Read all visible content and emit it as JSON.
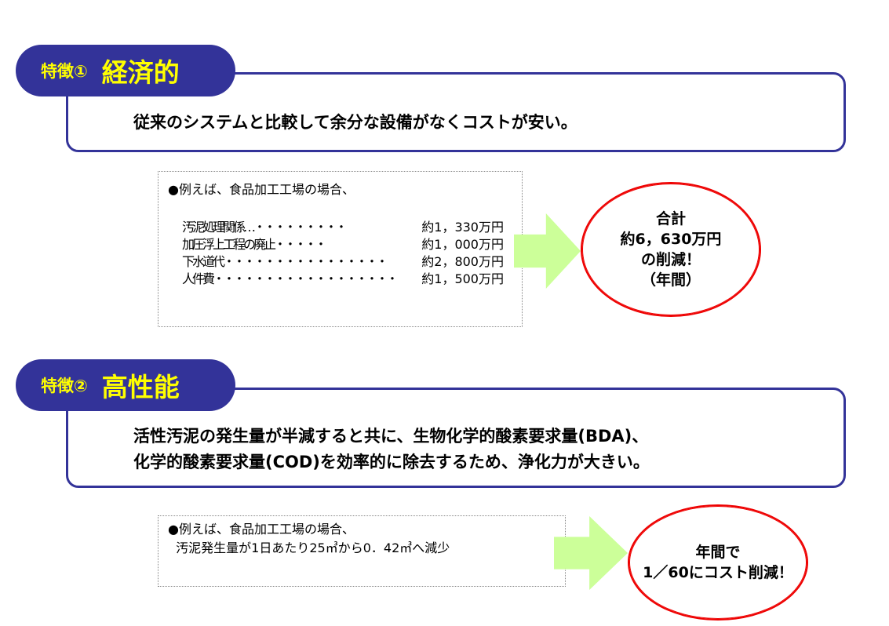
{
  "feature1": {
    "badge": "特徴①",
    "title": "経済的",
    "description": "従来のシステムと比較して余分な設備がなくコストが安い。",
    "example_intro": "●例えば、食品加工工場の場合、",
    "items": [
      {
        "label": "汚泥処理関係…・・・・・・・・・",
        "value": "約1，330万円"
      },
      {
        "label": "加圧浮上工程の廃止・・・・・",
        "value": "約1，000万円"
      },
      {
        "label": "下水道代・・・・・・・・・・・・・・・・",
        "value": "約2，800万円"
      },
      {
        "label": "人件費・・・・・・・・・・・・・・・・・・",
        "value": "約1，500万円"
      }
    ],
    "result_lines": [
      "合計",
      "約6，630万円",
      "の削減！",
      "（年間）"
    ]
  },
  "feature2": {
    "badge": "特徴②",
    "title": "高性能",
    "description_lines": [
      "活性汚泥の発生量が半減すると共に、生物化学的酸素要求量(BDA)、",
      "化学的酸素要求量(COD)を効率的に除去するため、浄化力が大きい。"
    ],
    "example_lines": [
      "●例えば、食品加工工場の場合、",
      "  汚泥発生量が1日あたり25㎥から0．42㎥へ減少"
    ],
    "result_lines": [
      "年間で",
      "1／60にコスト削減！"
    ]
  },
  "colors": {
    "navy": "#333399",
    "yellow": "#ffff00",
    "arrow": "#ccff99",
    "ellipse": "#e00000"
  }
}
